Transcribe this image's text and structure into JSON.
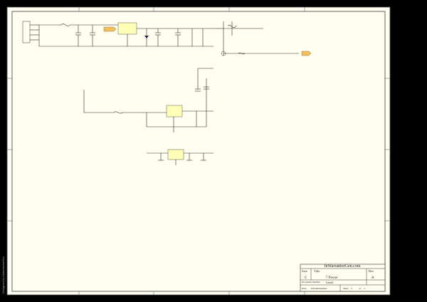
{
  "title_block": {
    "company": "InWarrantorGen.com",
    "title_label": "Title",
    "title_value": "7 Power",
    "size_label": "Size",
    "size_value": "C",
    "doc_number_label": "Document Number",
    "doc_number_value": "Geant2",
    "rev_label": "Rev",
    "rev_value": "A",
    "date_label": "Date",
    "date_value": "InformationDate",
    "sheet_label": "Sheet",
    "sheet_value": "3",
    "of_label": "of",
    "of_value": "3"
  },
  "side_text": "Designed by InWarrantorGen",
  "colors": {
    "background": "#000000",
    "sheet": "#fffef0",
    "part_fill": "#ffffb8",
    "wire": "#2a2a2a",
    "net_label": "#f0c060"
  }
}
